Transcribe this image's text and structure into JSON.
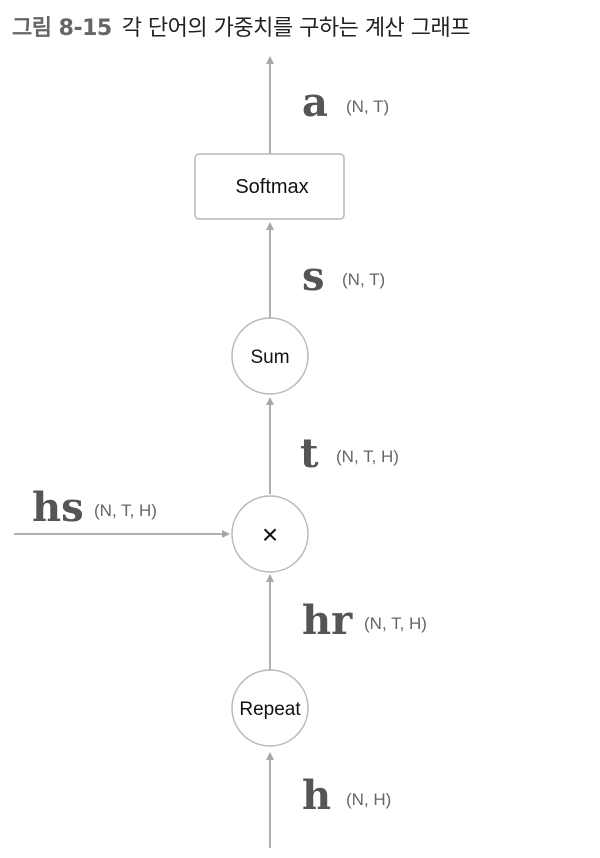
{
  "caption": {
    "figure_number": "그림 8-15",
    "title": "각 단어의 가중치를 구하는 계산 그래프"
  },
  "nodes": {
    "softmax": "Softmax",
    "sum": "Sum",
    "multiply": "×",
    "repeat": "Repeat"
  },
  "variables": {
    "a": {
      "name": "a",
      "shape": "(N, T)"
    },
    "s": {
      "name": "s",
      "shape": "(N, T)"
    },
    "t": {
      "name": "t",
      "shape": "(N, T, H)"
    },
    "hs": {
      "name": "hs",
      "shape": "(N, T, H)"
    },
    "hr": {
      "name": "hr",
      "shape": "(N, T, H)"
    },
    "h": {
      "name": "h",
      "shape": "(N, H)"
    }
  },
  "colors": {
    "line": "#b0b0b0",
    "arrowhead": "#a8a8a8",
    "node_stroke": "#b8b8b8",
    "variable": "#555555"
  }
}
